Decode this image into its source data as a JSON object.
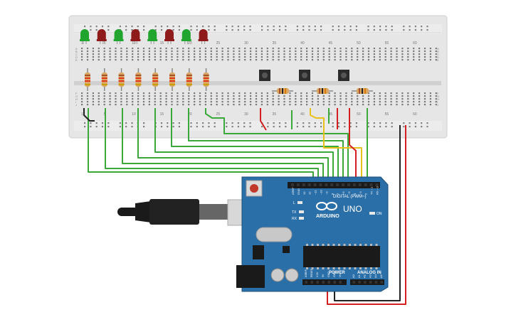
{
  "breadboard": {
    "column_numbers": [
      "1",
      "5",
      "10",
      "15",
      "20",
      "25",
      "30",
      "35",
      "40",
      "45",
      "50",
      "55",
      "60"
    ],
    "row_letters_top": [
      "A",
      "B",
      "C",
      "D",
      "E"
    ],
    "row_letters_bottom": [
      "F",
      "G",
      "H",
      "I",
      "J"
    ]
  },
  "components": {
    "leds": [
      {
        "color": "green"
      },
      {
        "color": "red"
      },
      {
        "color": "green"
      },
      {
        "color": "red"
      },
      {
        "color": "green"
      },
      {
        "color": "red"
      },
      {
        "color": "green"
      },
      {
        "color": "red"
      }
    ],
    "led_colors": {
      "green": "#22a52e",
      "red": "#8e1a1a"
    },
    "pushbuttons": 3,
    "resistors_led": 8,
    "resistors_button": 3
  },
  "wire_colors": {
    "green": "#3aa83a",
    "red": "#d31f1f",
    "yellow": "#e8c21a",
    "black": "#222222"
  },
  "arduino": {
    "brand": "ARDUINO",
    "model": "UNO",
    "digital_label": "DIGITAL (PWM~)",
    "power_label": "POWER",
    "analog_label": "ANALOG IN",
    "on_label": "ON",
    "led_labels": {
      "l": "L",
      "tx": "TX",
      "rx": "RX"
    },
    "digital_pins": [
      "AREF",
      "GND",
      "13",
      "12",
      "~11",
      "~10",
      "~9",
      "8",
      "7",
      "~6",
      "~5",
      "4",
      "~3",
      "2",
      "TX→1",
      "RX←0"
    ],
    "power_pins": [
      "IOREF",
      "RESET",
      "3.3V",
      "5V",
      "GND",
      "GND",
      "Vin"
    ],
    "analog_pins": [
      "A0",
      "A1",
      "A2",
      "A3",
      "A4",
      "A5"
    ],
    "board_color": "#2b6fa8"
  }
}
